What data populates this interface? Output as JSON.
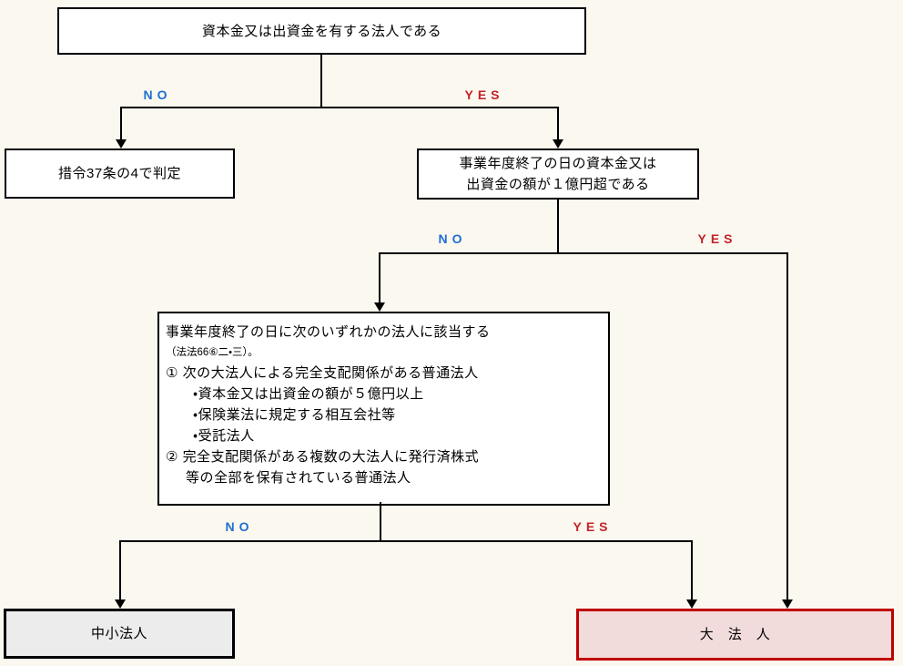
{
  "diagram_type": "flowchart",
  "background_color": "#fbf8ef",
  "colors": {
    "no_label": "#1e6fd0",
    "yes_label": "#c2232a",
    "node_border": "#000000",
    "node_fill": "#ffffff",
    "small_corp_fill": "#ececec",
    "large_corp_border": "#c00000",
    "large_corp_fill": "#f2dcdb"
  },
  "labels": {
    "no": "NO",
    "yes": "YES"
  },
  "nodes": {
    "start": {
      "text": "資本金又は出資金を有する法人である"
    },
    "sochirei_judgment": {
      "text": "措令37条の4で判定"
    },
    "capital_over_100m": {
      "line1": "事業年度終了の日の資本金又は",
      "line2": "出資金の額が１億円超である"
    },
    "applicable_corporation": {
      "title": "事業年度終了の日に次のいずれかの法人に該当する",
      "law_ref": "（法法66⑥二・三）。",
      "item1": "① 次の大法人による完全支配関係がある普通法人",
      "item1_bullets": [
        "・資本金又は出資金の額が５億円以上",
        "・保険業法に規定する相互会社等",
        "・受託法人"
      ],
      "item2_line1": "② 完全支配関係がある複数の大法人に発行済株式",
      "item2_line2": "等の全部を保有されている普通法人"
    },
    "small_corp": {
      "text": "中小法人"
    },
    "large_corp": {
      "text": "大　法　人"
    }
  }
}
